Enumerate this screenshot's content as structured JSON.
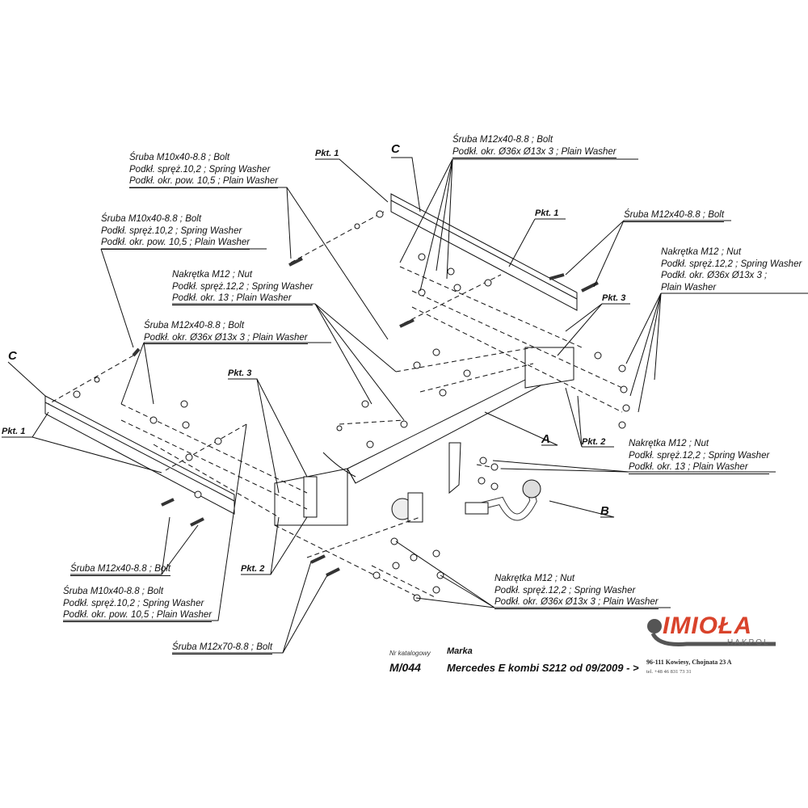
{
  "labels": {
    "bolt_m10_top": [
      "Śruba M10x40-8.8 ;  Bolt",
      "Podkł. spręż.10,2 ; Spring Washer",
      "Podkł. okr. pow. 10,5 ; Plain Washer"
    ],
    "bolt_m10_mid": [
      "Śruba M10x40-8.8 ;  Bolt",
      "Podkł. spręż.10,2 ; Spring Washer",
      "Podkł. okr. pow. 10,5 ; Plain Washer"
    ],
    "bolt_m12_top": [
      "Śruba M12x40-8.8 ;  Bolt",
      "Podkł. okr.  Ø36x Ø13x 3 ; Plain Washer"
    ],
    "bolt_m12_right": [
      "Śruba M12x40-8.8 ;  Bolt"
    ],
    "nut_right": [
      "Nakrętka  M12 ; Nut",
      "Podkł. spręż.12,2 ; Spring Washer",
      "Podkł. okr.   Ø36x Ø13x 3 ;",
      "Plain Washer"
    ],
    "nut_mid": [
      "Nakrętka  M12 ; Nut",
      "Podkł. spręż.12,2 ; Spring Washer",
      "Podkł. okr. 13 ; Plain Washer"
    ],
    "bolt_m12_left": [
      "Śruba M12x40-8.8 ;  Bolt",
      "Podkł. okr.  Ø36x Ø13x 3 ; Plain Washer"
    ],
    "nut_right_low": [
      "Nakrętka  M12 ; Nut",
      "Podkł. spręż.12,2 ; Spring Washer",
      "Podkł. okr. 13 ; Plain Washer"
    ],
    "bolt_m12_bottom": [
      "Śruba M12x40-8.8 ;  Bolt"
    ],
    "bolt_m10_bottom": [
      "Śruba M10x40-8.8 ;  Bolt",
      "Podkł. spręż.10,2 ; Spring Washer",
      "Podkł. okr. pow. 10,5 ; Plain Washer"
    ],
    "nut_bottom": [
      "Nakrętka  M12 ; Nut",
      "Podkł. spręż.12,2 ; Spring Washer",
      "Podkł. okr.  Ø36x Ø13x 3 ; Plain Washer"
    ],
    "bolt_m12x70": [
      "Śruba M12x70-8.8 ;  Bolt"
    ]
  },
  "points": {
    "pkt1": "Pkt. 1",
    "pkt2": "Pkt. 2",
    "pkt3": "Pkt. 3"
  },
  "parts": {
    "a": "A",
    "b": "B",
    "c": "C"
  },
  "footer": {
    "catalog_label": "Nr katalogowy",
    "brand_label": "Marka",
    "catalog_no": "M/044",
    "model": "Mercedes E kombi S212",
    "date": "od 09/2009  - >"
  },
  "company": {
    "logo": "IMIOŁA",
    "sub": "HAKPOL",
    "address": "96-111 Kowiesy, Chojnata 23 A",
    "tel": "tel. +48 46 831 73 31",
    "logo_color": "#d9432b"
  }
}
